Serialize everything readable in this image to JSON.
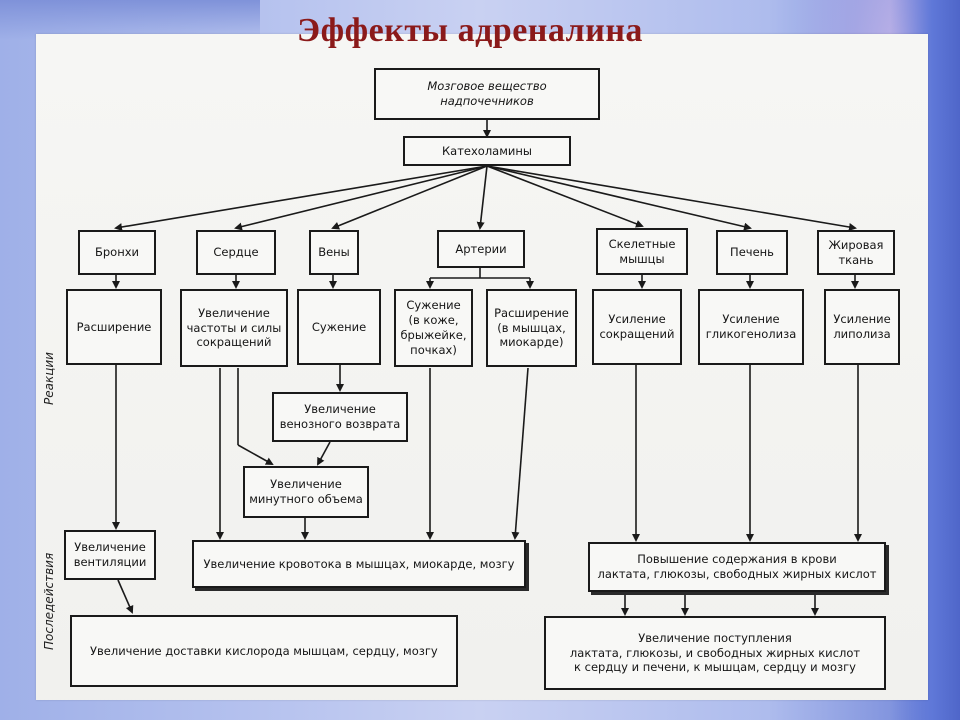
{
  "title": "Эффекты адреналина",
  "side_labels": {
    "reactions": "Реакции",
    "aftereffects": "Последействия"
  },
  "nodes": {
    "source": "Мозговое  вещество\nнадпочечников",
    "catecholamines": "Катехоламины",
    "bronchi": "Бронхи",
    "heart": "Сердце",
    "veins": "Вены",
    "arteries": "Артерии",
    "skeletal_muscles": "Скелетные\nмышцы",
    "liver": "Печень",
    "fat_tissue": "Жировая\nткань",
    "dilation": "Расширение",
    "heart_increase": "Увеличение\nчастоты и силы\nсокращений",
    "constriction": "Сужение",
    "artery_constriction": "Сужение\n(в коже,\nбрыжейке,\nпочках)",
    "artery_dilation": "Расширение\n(в мышцах,\nмиокарде)",
    "contraction_increase": "Усиление\nсокращений",
    "glycogenolysis": "Усиление\nгликогенолиза",
    "lipolysis": "Усиление\nлиполиза",
    "venous_return": "Увеличение\nвенозного возврата",
    "minute_volume": "Увеличение\nминутного объема",
    "ventilation": "Увеличение\nвентиляции",
    "blood_flow": "Увеличение кровотока в мышцах, миокарде, мозгу",
    "blood_content": "Повышение содержания в крови\nлактата, глюкозы, свободных жирных кислот",
    "oxygen_delivery": "Увеличение доставки кислорода мышцам, сердцу, мозгу",
    "supply_increase": "Увеличение поступления\nлактата, глюкозы, и свободных жирных кислот\nк сердцу и печени, к мышцам, сердцу и мозгу"
  }
}
